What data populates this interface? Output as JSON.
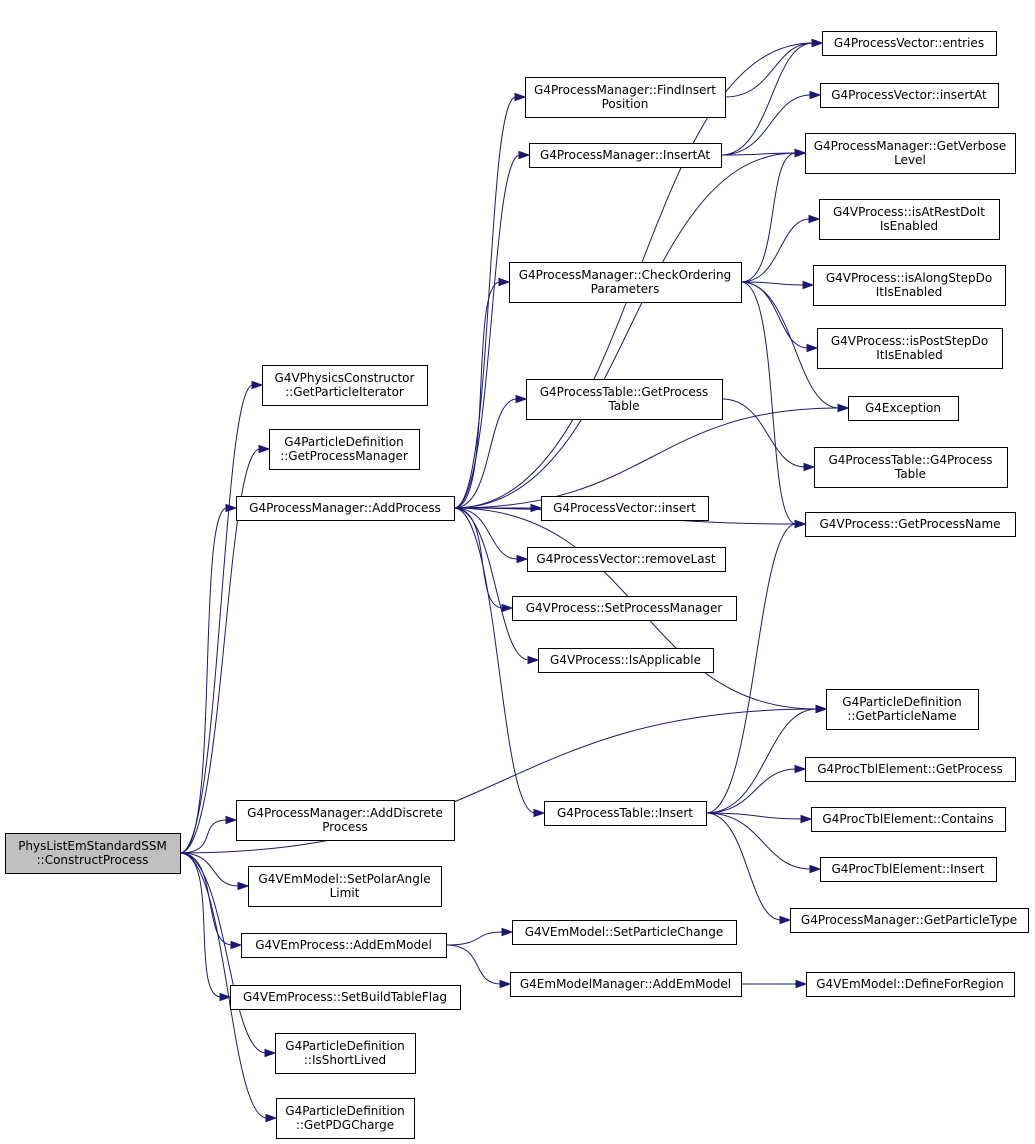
{
  "diagram": {
    "kind": "call-graph",
    "root": "n0",
    "nodes": [
      {
        "id": "n0",
        "lines": [
          "PhysListEmStandardSSM",
          "::ConstructProcess"
        ],
        "root": true
      },
      {
        "id": "n1",
        "lines": [
          "G4VPhysicsConstructor",
          "::GetParticleIterator"
        ]
      },
      {
        "id": "n2",
        "lines": [
          "G4ParticleDefinition",
          "::GetProcessManager"
        ]
      },
      {
        "id": "n3",
        "lines": [
          "G4ProcessManager::AddProcess"
        ]
      },
      {
        "id": "n4",
        "lines": [
          "G4ProcessManager::FindInsert",
          "Position"
        ]
      },
      {
        "id": "n5",
        "lines": [
          "G4ProcessVector::entries"
        ]
      },
      {
        "id": "n6",
        "lines": [
          "G4ProcessManager::InsertAt"
        ]
      },
      {
        "id": "n7",
        "lines": [
          "G4ProcessVector::insertAt"
        ]
      },
      {
        "id": "n8",
        "lines": [
          "G4ProcessManager::GetVerbose",
          "Level"
        ]
      },
      {
        "id": "n9",
        "lines": [
          "G4ProcessManager::CheckOrdering",
          "Parameters"
        ]
      },
      {
        "id": "n10",
        "lines": [
          "G4VProcess::isAtRestDoIt",
          "IsEnabled"
        ]
      },
      {
        "id": "n11",
        "lines": [
          "G4VProcess::isAlongStepDo",
          "ItIsEnabled"
        ]
      },
      {
        "id": "n12",
        "lines": [
          "G4VProcess::isPostStepDo",
          "ItIsEnabled"
        ]
      },
      {
        "id": "n13",
        "lines": [
          "G4Exception"
        ]
      },
      {
        "id": "n14",
        "lines": [
          "G4ProcessTable::GetProcess",
          "Table"
        ]
      },
      {
        "id": "n15",
        "lines": [
          "G4ProcessTable::G4Process",
          "Table"
        ]
      },
      {
        "id": "n16",
        "lines": [
          "G4VProcess::GetProcessName"
        ]
      },
      {
        "id": "n17",
        "lines": [
          "G4ProcessVector::insert"
        ]
      },
      {
        "id": "n18",
        "lines": [
          "G4ProcessVector::removeLast"
        ]
      },
      {
        "id": "n19",
        "lines": [
          "G4VProcess::SetProcessManager"
        ]
      },
      {
        "id": "n20",
        "lines": [
          "G4VProcess::IsApplicable"
        ]
      },
      {
        "id": "n21",
        "lines": [
          "G4ParticleDefinition",
          "::GetParticleName"
        ]
      },
      {
        "id": "n22",
        "lines": [
          "G4ProcessTable::Insert"
        ]
      },
      {
        "id": "n23",
        "lines": [
          "G4ProcTblElement::GetProcess"
        ]
      },
      {
        "id": "n24",
        "lines": [
          "G4ProcTblElement::Contains"
        ]
      },
      {
        "id": "n25",
        "lines": [
          "G4ProcTblElement::Insert"
        ]
      },
      {
        "id": "n26",
        "lines": [
          "G4ProcessManager::GetParticleType"
        ]
      },
      {
        "id": "n27",
        "lines": [
          "G4ProcessManager::AddDiscrete",
          "Process"
        ]
      },
      {
        "id": "n28",
        "lines": [
          "G4VEmModel::SetPolarAngle",
          "Limit"
        ]
      },
      {
        "id": "n29",
        "lines": [
          "G4VEmProcess::AddEmModel"
        ]
      },
      {
        "id": "n30",
        "lines": [
          "G4VEmModel::SetParticleChange"
        ]
      },
      {
        "id": "n31",
        "lines": [
          "G4EmModelManager::AddEmModel"
        ]
      },
      {
        "id": "n32",
        "lines": [
          "G4VEmModel::DefineForRegion"
        ]
      },
      {
        "id": "n33",
        "lines": [
          "G4VEmProcess::SetBuildTableFlag"
        ]
      },
      {
        "id": "n34",
        "lines": [
          "G4ParticleDefinition",
          "::IsShortLived"
        ]
      },
      {
        "id": "n35",
        "lines": [
          "G4ParticleDefinition",
          "::GetPDGCharge"
        ]
      }
    ],
    "edges": [
      [
        "n0",
        "n1"
      ],
      [
        "n0",
        "n2"
      ],
      [
        "n0",
        "n3"
      ],
      [
        "n0",
        "n21"
      ],
      [
        "n0",
        "n27"
      ],
      [
        "n0",
        "n28"
      ],
      [
        "n0",
        "n29"
      ],
      [
        "n0",
        "n33"
      ],
      [
        "n0",
        "n34"
      ],
      [
        "n0",
        "n35"
      ],
      [
        "n3",
        "n5"
      ],
      [
        "n3",
        "n4"
      ],
      [
        "n3",
        "n6"
      ],
      [
        "n3",
        "n8"
      ],
      [
        "n3",
        "n9"
      ],
      [
        "n3",
        "n13"
      ],
      [
        "n3",
        "n14"
      ],
      [
        "n3",
        "n16"
      ],
      [
        "n3",
        "n17"
      ],
      [
        "n3",
        "n18"
      ],
      [
        "n3",
        "n19"
      ],
      [
        "n3",
        "n20"
      ],
      [
        "n3",
        "n21"
      ],
      [
        "n3",
        "n22"
      ],
      [
        "n4",
        "n5"
      ],
      [
        "n6",
        "n5"
      ],
      [
        "n6",
        "n7"
      ],
      [
        "n6",
        "n8"
      ],
      [
        "n9",
        "n8"
      ],
      [
        "n9",
        "n10"
      ],
      [
        "n9",
        "n11"
      ],
      [
        "n9",
        "n12"
      ],
      [
        "n9",
        "n13"
      ],
      [
        "n9",
        "n16"
      ],
      [
        "n14",
        "n15"
      ],
      [
        "n22",
        "n16"
      ],
      [
        "n22",
        "n21"
      ],
      [
        "n22",
        "n23"
      ],
      [
        "n22",
        "n24"
      ],
      [
        "n22",
        "n25"
      ],
      [
        "n22",
        "n26"
      ],
      [
        "n29",
        "n30"
      ],
      [
        "n29",
        "n31"
      ],
      [
        "n31",
        "n32"
      ]
    ]
  }
}
